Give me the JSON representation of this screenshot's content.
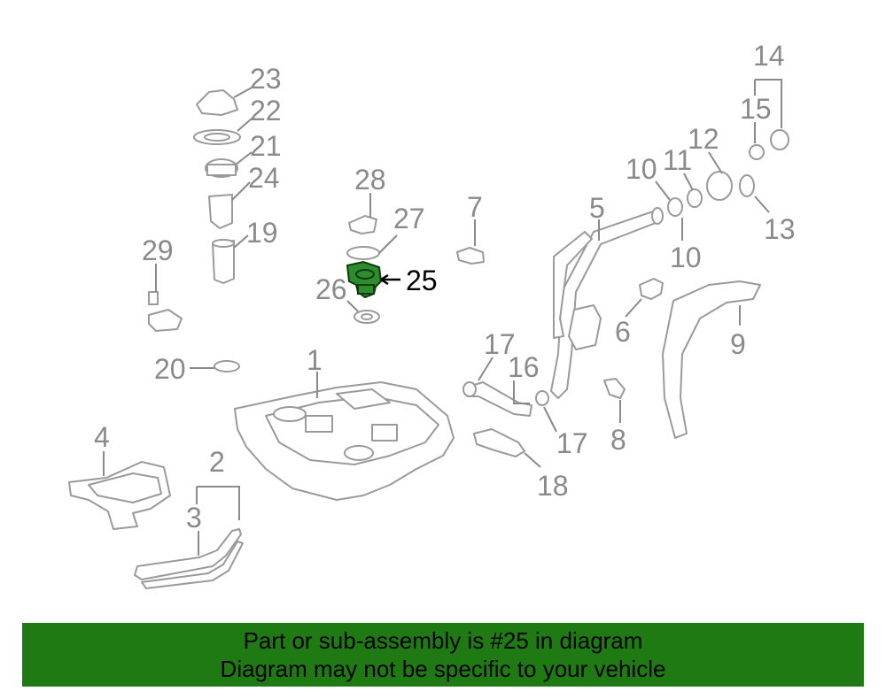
{
  "callouts": {
    "c1": "1",
    "c2": "2",
    "c3": "3",
    "c4": "4",
    "c5": "5",
    "c6": "6",
    "c7": "7",
    "c8": "8",
    "c9": "9",
    "c10a": "10",
    "c10b": "10",
    "c11": "11",
    "c12": "12",
    "c13": "13",
    "c14": "14",
    "c15": "15",
    "c16": "16",
    "c17a": "17",
    "c17b": "17",
    "c18": "18",
    "c19": "19",
    "c20": "20",
    "c21": "21",
    "c22": "22",
    "c23": "23",
    "c24": "24",
    "c25": "25",
    "c26": "26",
    "c27": "27",
    "c28": "28",
    "c29": "29"
  },
  "highlighted_part": "25",
  "colors": {
    "highlight": "#2e8b2e",
    "banner_bg": "#1f7a14",
    "line": "#8a8a8a"
  },
  "banner": {
    "line1": "Part or sub-assembly is #25 in diagram",
    "line2": "Diagram may not be specific to your vehicle"
  }
}
